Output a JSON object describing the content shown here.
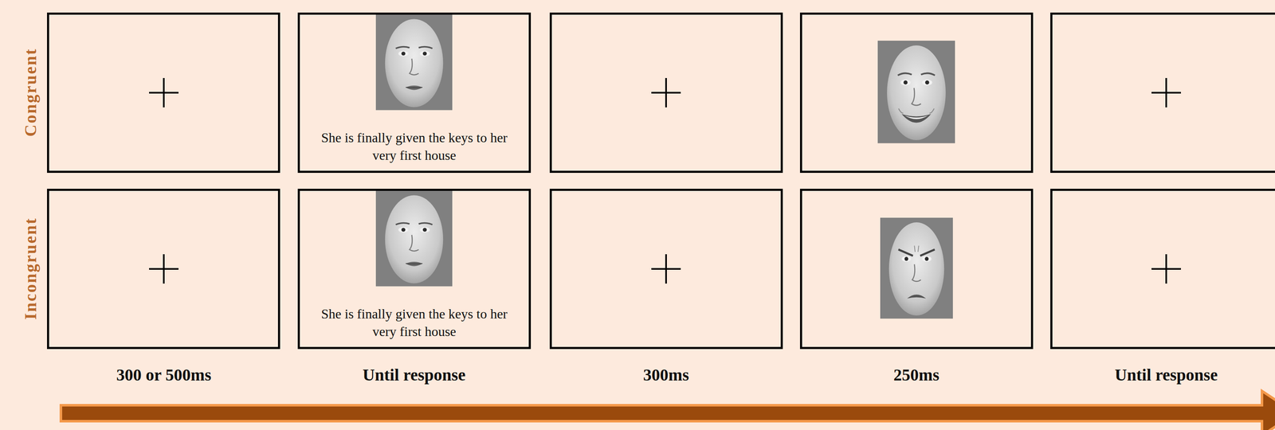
{
  "diagram": {
    "nodes": [
      {
        "text": [
          "She is finally given the keys to her very first house"
        ]
      },
      {
        "text": [
          "She is finally given the keys to her very first house"
        ]
      }
    ],
    "labels": [
      "Congruent",
      "Incongruent",
      "300 or 500ms",
      "Until response",
      "300ms",
      "250ms",
      "Until response"
    ]
  }
}
